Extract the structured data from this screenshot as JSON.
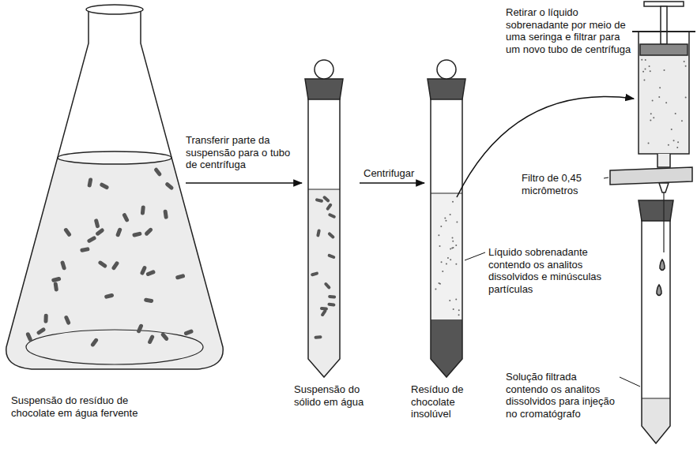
{
  "diagram": {
    "labels": [
      "Retirar o líquido sobrenadante por meio de uma seringa e filtrar para um novo tubo de centrífuga",
      "Transferir parte da suspensão para o tubo de centrífuga",
      "Centrifugar",
      "Filtro de 0,45 micrômetros",
      "Líquido sobrenadante contendo os analitos dissolvidos e minúsculas partículas",
      "Suspensão do sólido em água",
      "Resíduo de chocolate insolúvel",
      "Suspensão do resíduo de chocolate em água fervente",
      "Solução filtrada contendo os analitos dissolvidos para injeção no cromatógrafo"
    ]
  }
}
